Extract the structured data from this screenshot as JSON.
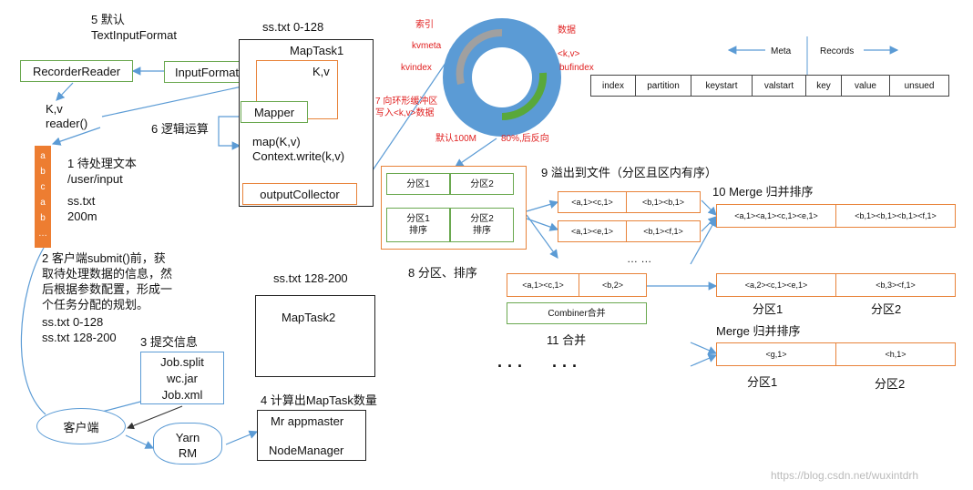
{
  "texts": {
    "default_label": "5 默认",
    "default_format": "TextInputFormat",
    "recorder_reader": "RecorderReader",
    "input_format": "InputFormat",
    "file_range_1": "ss.txt 0-128",
    "maptask1": "MapTask1",
    "kv_top": "K,v",
    "kv_reader_1": "K,v",
    "kv_reader_2": "reader()",
    "mapper": "Mapper",
    "logic_op": "6 逻辑运算",
    "map_call": "map(K,v)",
    "context_write": "Context.write(k,v)",
    "output_collector": "outputCollector",
    "input_label_1": "1 待处理文本",
    "input_label_2": "/user/input",
    "input_label_3": "ss.txt",
    "input_label_4": "200m",
    "input_letters": [
      "a",
      "b",
      "c",
      "a",
      "b",
      "…"
    ],
    "submit_desc": [
      "2 客户端submit()前，获",
      "取待处理数据的信息，然",
      "后根据参数配置，形成一",
      "个任务分配的规划。",
      "ss.txt  0-128",
      "ss.txt  128-200"
    ],
    "submit_info": "3 提交信息",
    "job_files": [
      "Job.split",
      "wc.jar",
      "Job.xml"
    ],
    "client": "客户端",
    "yarn": [
      "Yarn",
      "RM"
    ],
    "calc_maptask": "4 计算出MapTask数量",
    "file_range_2": "ss.txt 128-200",
    "maptask2": "MapTask2",
    "mr_appmaster": "Mr appmaster",
    "node_manager": "NodeManager",
    "ring_index": "索引",
    "ring_kvmeta": "kvmeta",
    "ring_kvindex": "kvindex",
    "ring_data": "数据",
    "ring_kv": "<k,v>",
    "ring_bufindex": "bufindex",
    "ring_write_1": "7 向环形缓冲区",
    "ring_write_2": "写入<k,v>数据",
    "ring_default": "默认100M",
    "ring_reverse": "80%,后反向",
    "meta_label": "Meta",
    "records_label": "Records",
    "meta_fields": [
      "index",
      "partition",
      "keystart",
      "valstart",
      "key",
      "value",
      "unsued"
    ],
    "partition_cells": [
      "分区1",
      "分区2",
      "分区1\n排序",
      "分区2\n排序"
    ],
    "partition_sort": "8 分区、排序",
    "spill": "9 溢出到文件（分区且区内有序）",
    "spill_rows": [
      [
        "<a,1><c,1>",
        "<b,1><b,1>"
      ],
      [
        "<a,1><e,1>",
        "<b,1><f,1>"
      ]
    ],
    "merge_label": "10 Merge 归并排序",
    "merge_result": [
      "<a,1><a,1><c,1><e,1>",
      "<b,1><b,1><b,1><f,1>"
    ],
    "ellipsis_small": "…  …",
    "combiner_input": [
      "<a,1><c,1>",
      "<b,2>"
    ],
    "combiner": "Combiner合并",
    "combine_label": "11 合并",
    "combined_result": [
      "<a,2><c,1><e,1>",
      "<b,3><f,1>"
    ],
    "combined_parts": [
      "分区1",
      "分区2"
    ],
    "merge_label_2": "Merge 归并排序",
    "merge2_result": [
      "<g,1>",
      "<h,1>"
    ],
    "merge2_parts": [
      "分区1",
      "分区2"
    ],
    "big_ellipsis": [
      "· · ·",
      "· · ·"
    ],
    "watermark": "https://blog.csdn.net/wuxintdrh"
  },
  "colors": {
    "orange": "#e8833a",
    "green": "#6aa84f",
    "blue": "#5b9bd5",
    "red": "#e02020",
    "ring_outer": "#5b9bd5",
    "ring_inner": "#ffffff"
  }
}
